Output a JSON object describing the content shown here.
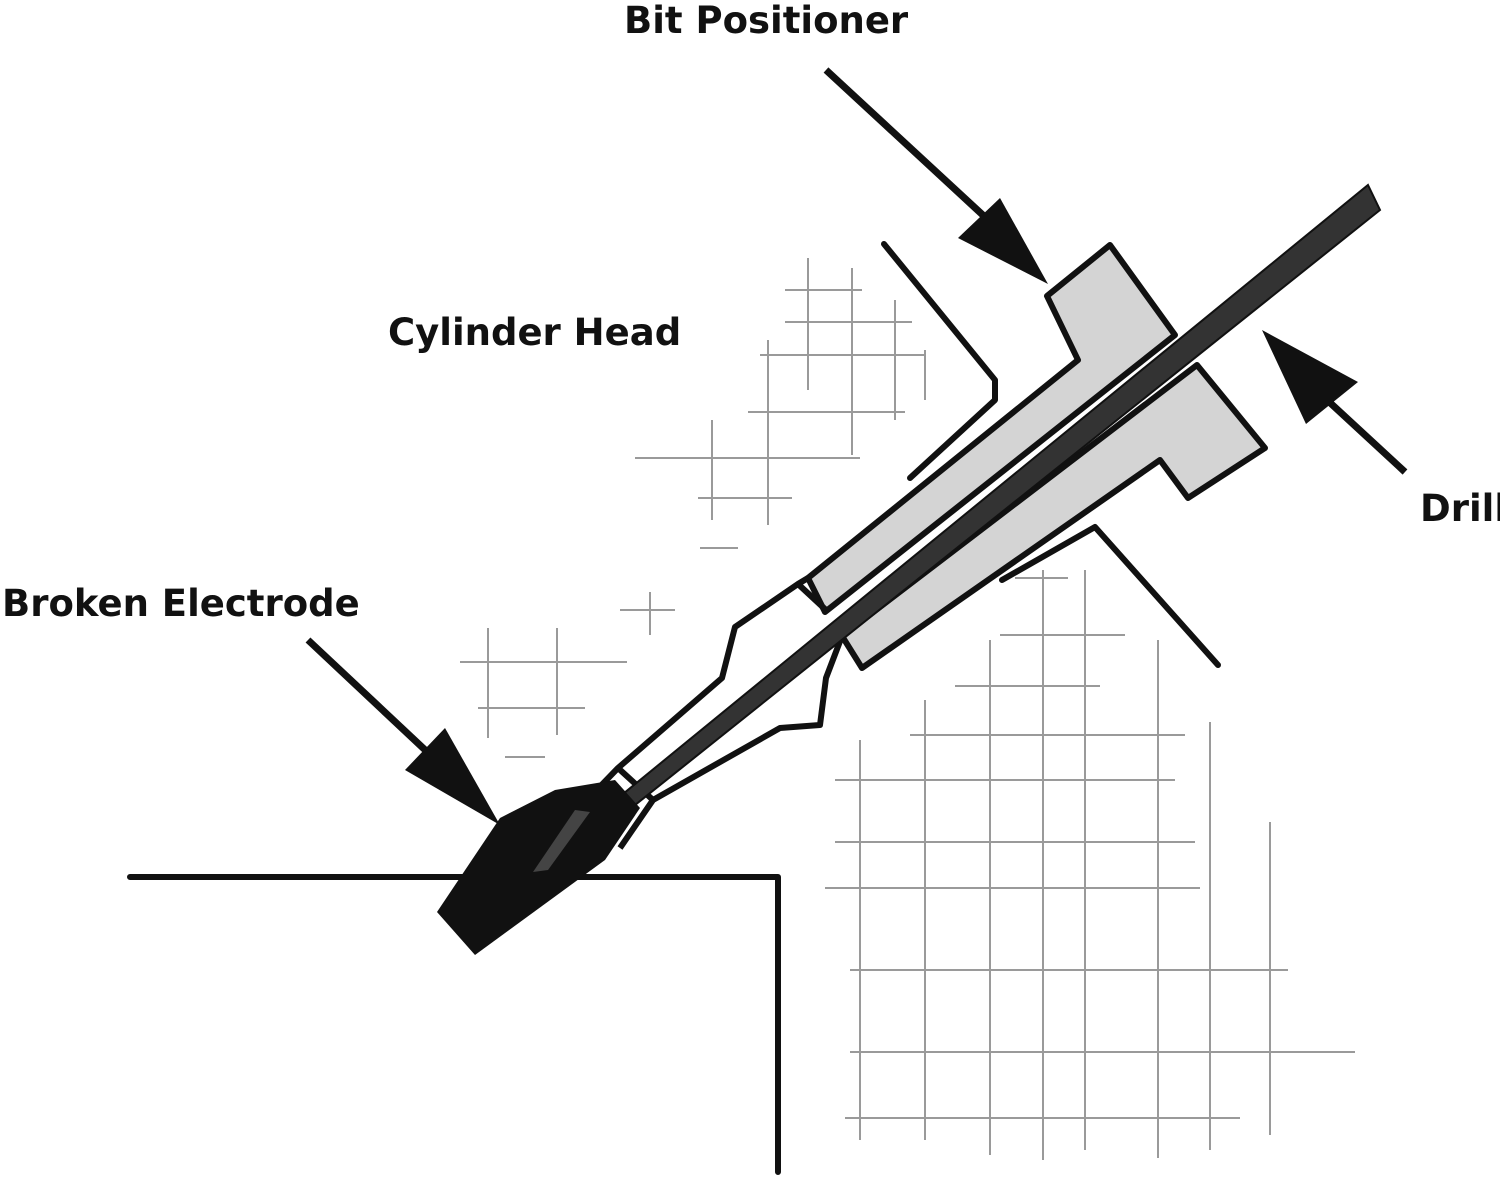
{
  "labels": {
    "bit_positioner": "Bit Positioner",
    "cylinder_head": "Cylinder Head",
    "drill": "Drill",
    "broken_electrode": "Broken Electrode"
  },
  "colors": {
    "ink": "#111111",
    "positioner_fill": "#d4d4d4",
    "hatch": "#9a9a9a",
    "drill": "#333333"
  }
}
